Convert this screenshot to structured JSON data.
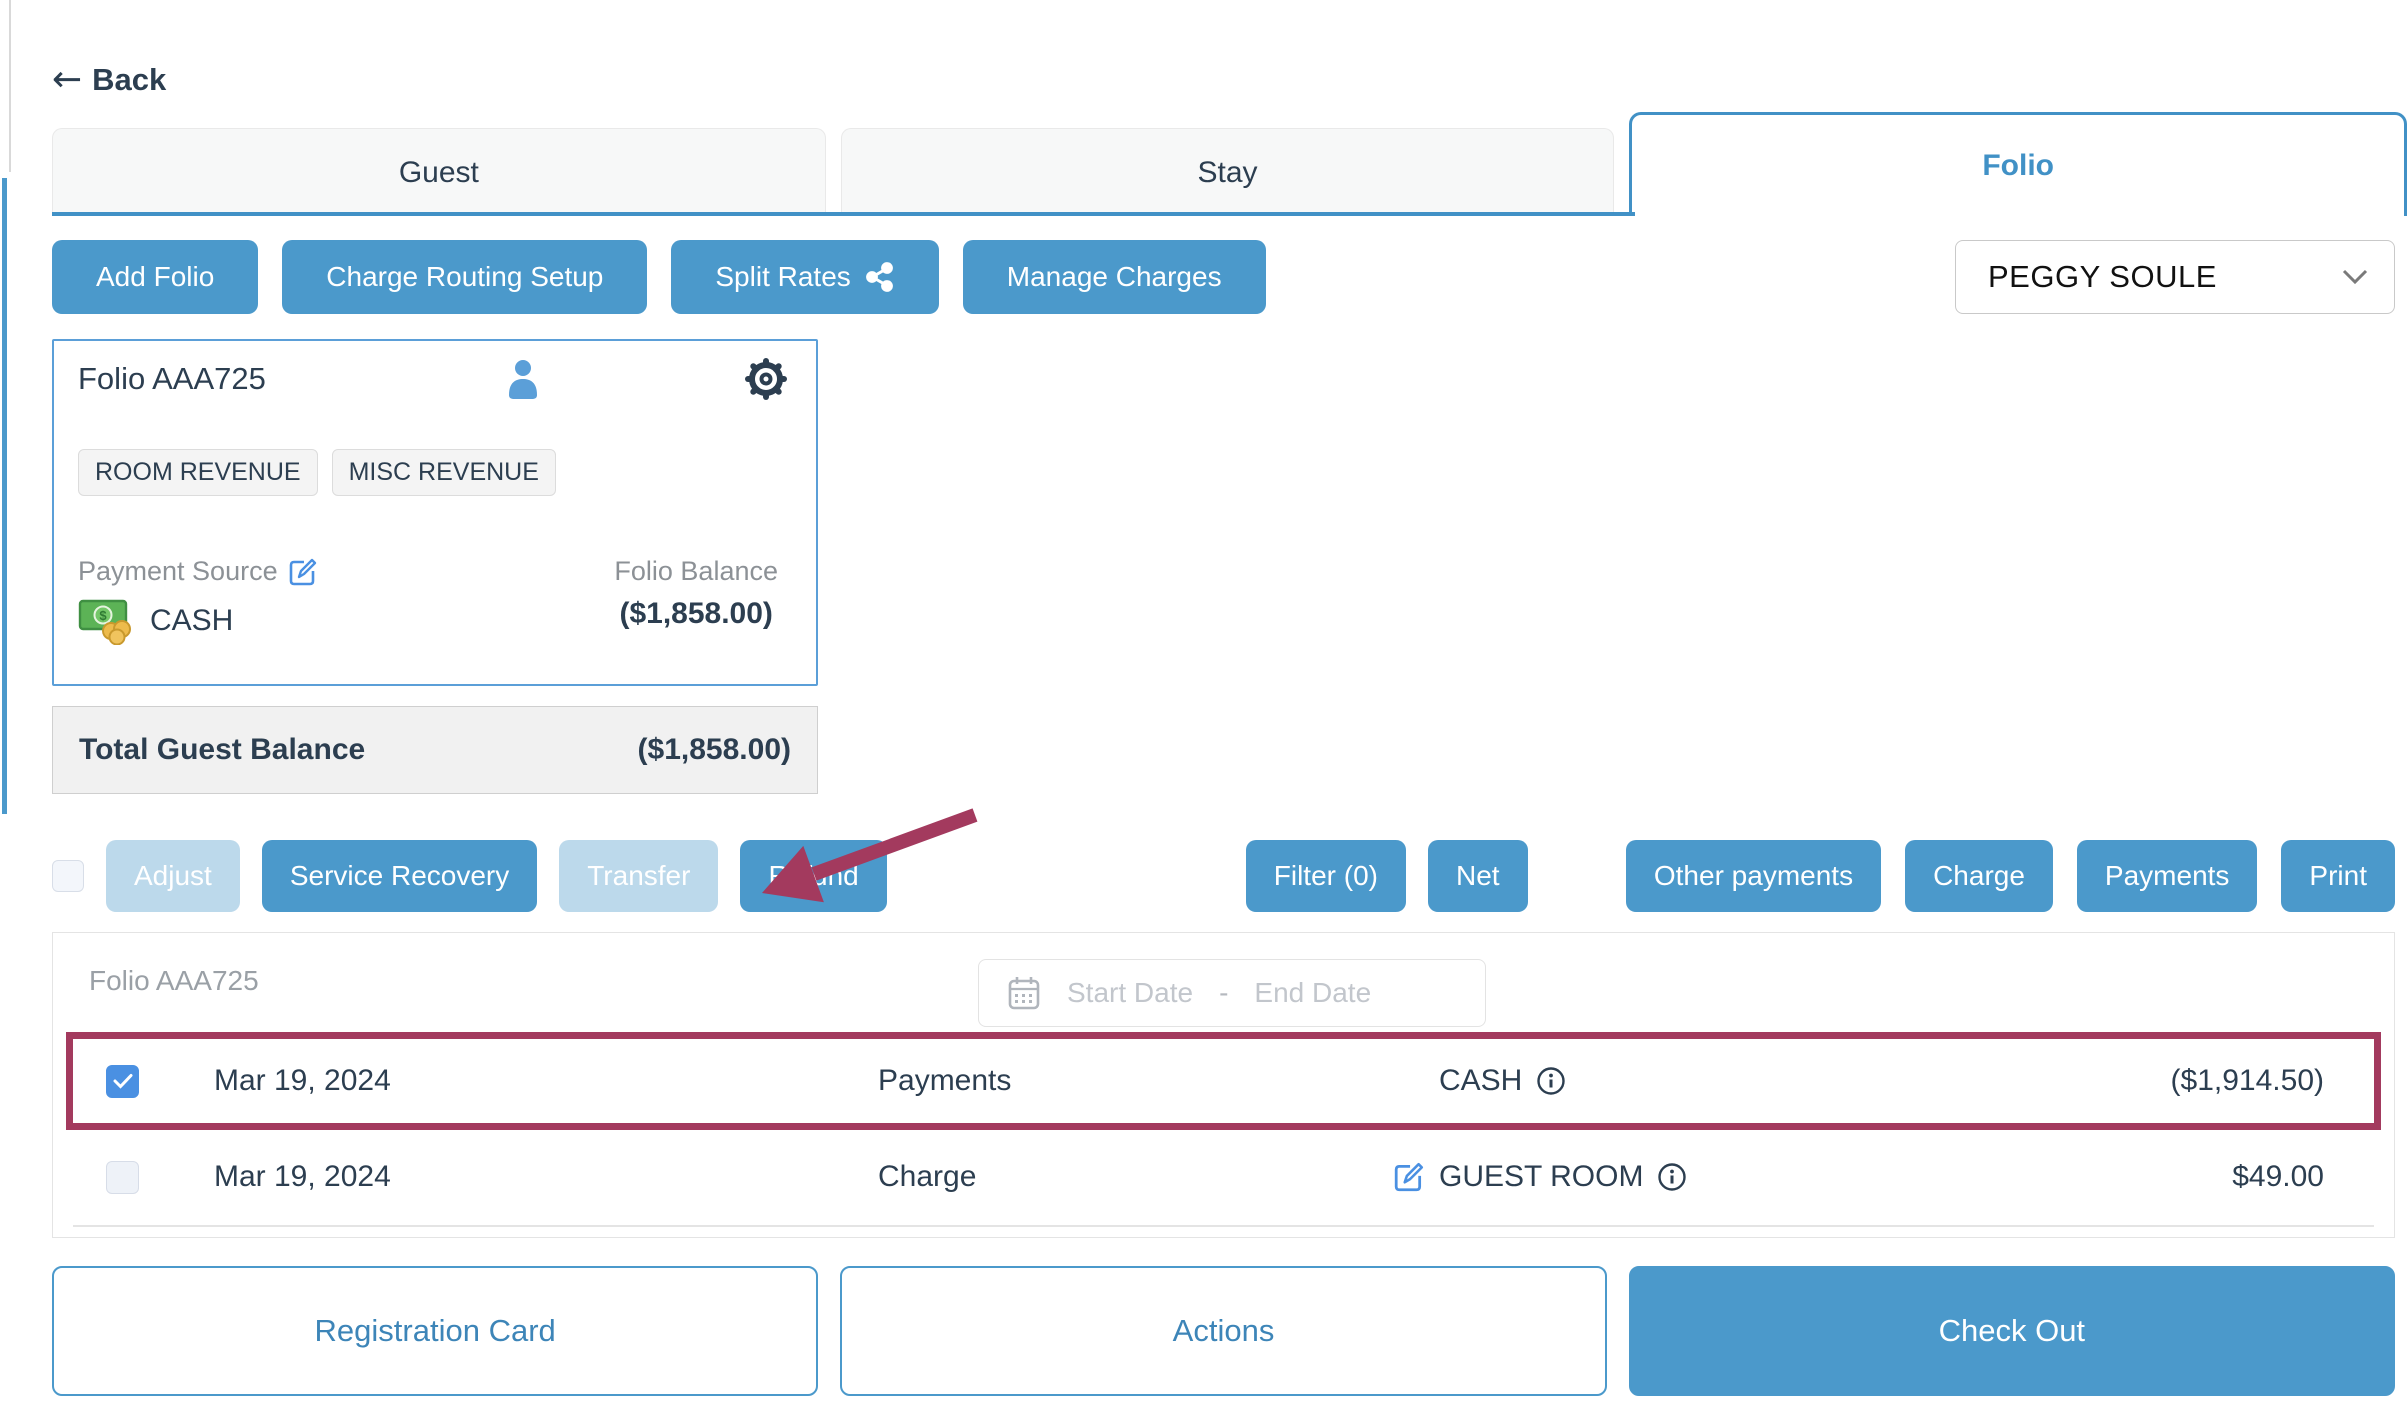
{
  "icons": {
    "back": "←"
  },
  "back": {
    "label": "Back"
  },
  "tabs": [
    {
      "label": "Guest",
      "active": false
    },
    {
      "label": "Stay",
      "active": false
    },
    {
      "label": "Folio",
      "active": true
    }
  ],
  "toolbar": {
    "add_folio": "Add Folio",
    "charge_routing": "Charge Routing Setup",
    "split_rates": "Split Rates",
    "manage_charges": "Manage Charges"
  },
  "guest_select": {
    "value": "PEGGY SOULE"
  },
  "folio_card": {
    "title": "Folio AAA725",
    "tags": [
      "ROOM REVENUE",
      "MISC REVENUE"
    ],
    "payment_source_label": "Payment Source",
    "payment_source_value": "CASH",
    "balance_label": "Folio Balance",
    "balance_value": "($1,858.00)"
  },
  "total_balance": {
    "label": "Total Guest Balance",
    "value": "($1,858.00)"
  },
  "actions": {
    "adjust": "Adjust",
    "service_recovery": "Service Recovery",
    "transfer": "Transfer",
    "refund": "Refund",
    "filter": "Filter (0)",
    "net": "Net",
    "other_payments": "Other payments",
    "charge": "Charge",
    "payments": "Payments",
    "print": "Print"
  },
  "table": {
    "title": "Folio AAA725",
    "date_start_placeholder": "Start Date",
    "date_separator": "-",
    "date_end_placeholder": "End Date",
    "rows": [
      {
        "date": "Mar 19, 2024",
        "type": "Payments",
        "description": "CASH",
        "amount": "($1,914.50)",
        "checked": true,
        "highlighted": true
      },
      {
        "date": "Mar 19, 2024",
        "type": "Charge",
        "description": "GUEST ROOM",
        "amount": "$49.00",
        "checked": false,
        "highlighted": false
      }
    ]
  },
  "footer": {
    "registration_card": "Registration Card",
    "actions": "Actions",
    "check_out": "Check Out"
  },
  "colors": {
    "primary_blue": "#4b99cb",
    "disabled_blue": "#bcd9eb",
    "tab_blue": "#4191c6",
    "navy_text": "#2c3e50",
    "annotation_maroon": "#a33a5e",
    "checkbox_blue": "#4a90e2"
  }
}
